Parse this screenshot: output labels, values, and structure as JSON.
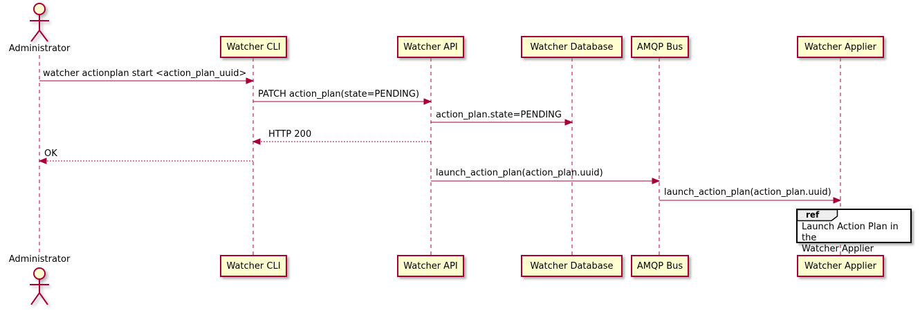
{
  "diagram": {
    "type": "uml-sequence-diagram",
    "actor": {
      "name": "Administrator"
    },
    "participants": [
      {
        "name": "Watcher CLI"
      },
      {
        "name": "Watcher API"
      },
      {
        "name": "Watcher Database"
      },
      {
        "name": "AMQP Bus"
      },
      {
        "name": "Watcher Applier"
      }
    ],
    "messages": [
      {
        "from": "Administrator",
        "to": "Watcher CLI",
        "label": "watcher actionplan start <action_plan_uuid>",
        "line": "solid",
        "direction": "right"
      },
      {
        "from": "Watcher CLI",
        "to": "Watcher API",
        "label": "PATCH action_plan(state=PENDING)",
        "line": "solid",
        "direction": "right"
      },
      {
        "from": "Watcher API",
        "to": "Watcher Database",
        "label": "action_plan.state=PENDING",
        "line": "solid",
        "direction": "right"
      },
      {
        "from": "Watcher API",
        "to": "Watcher CLI",
        "label": "HTTP 200",
        "line": "dashed",
        "direction": "left"
      },
      {
        "from": "Watcher CLI",
        "to": "Administrator",
        "label": "OK",
        "line": "dashed",
        "direction": "left"
      },
      {
        "from": "Watcher API",
        "to": "AMQP Bus",
        "label": "launch_action_plan(action_plan.uuid)",
        "line": "solid",
        "direction": "right"
      },
      {
        "from": "AMQP Bus",
        "to": "Watcher Applier",
        "label": "launch_action_plan(action_plan.uuid)",
        "line": "solid",
        "direction": "right"
      }
    ],
    "ref": {
      "keyword": "ref",
      "over": "Watcher Applier",
      "text": "Launch Action Plan in the\nWatcher Applier"
    },
    "colors": {
      "participant_fill": "#FEFECE",
      "participant_border": "#A80036",
      "line_color": "#A80036",
      "ref_header_fill": "#EEEEEE",
      "ref_border": "#000000",
      "text_color": "#000000"
    }
  }
}
